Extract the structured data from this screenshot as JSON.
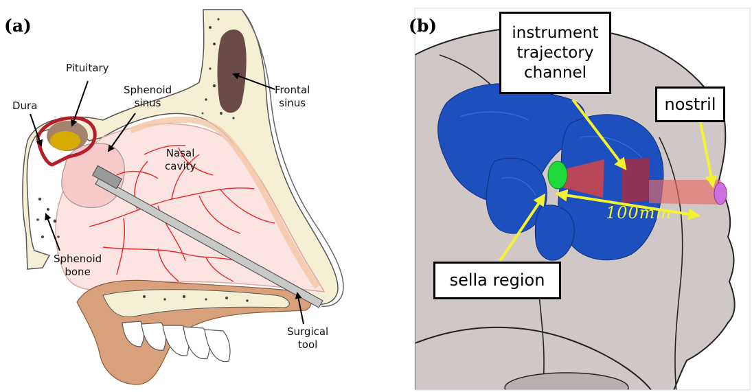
{
  "panel_a": {
    "label": "(a)",
    "labels": {
      "pituitary": "Pituitary",
      "dura": "Dura",
      "sphenoid_sinus": "Sphenoid\nsinus",
      "frontal_sinus": "Frontal\nsinus",
      "nasal_cavity": "Nasal\ncavity",
      "sphenoid_bone": "Sphenoid\nbone",
      "surgical_tool": "Surgical\ntool"
    },
    "colors": {
      "bone": "#f5efd5",
      "soft_tissue": "#fbe4e2",
      "vessels": "#e8262a",
      "dura": "#b3202a",
      "pituitary": "#d6ac00",
      "frontal_sinus": "#6b4a4a",
      "tool": "#c9c9c9",
      "palate": "#d9a07c"
    }
  },
  "panel_b": {
    "label": "(b)",
    "labels": {
      "channel": "instrument\ntrajectory\nchannel",
      "nostril": "nostril",
      "sella": "sella region",
      "distance": "100mm"
    },
    "colors": {
      "skull": "#cfc8c6",
      "model": "#1d4fbf",
      "sella_marker": "#1fd83a",
      "channel": "#e0443e",
      "nostril_marker": "#d070e0",
      "arrows": "#f2f230"
    }
  }
}
